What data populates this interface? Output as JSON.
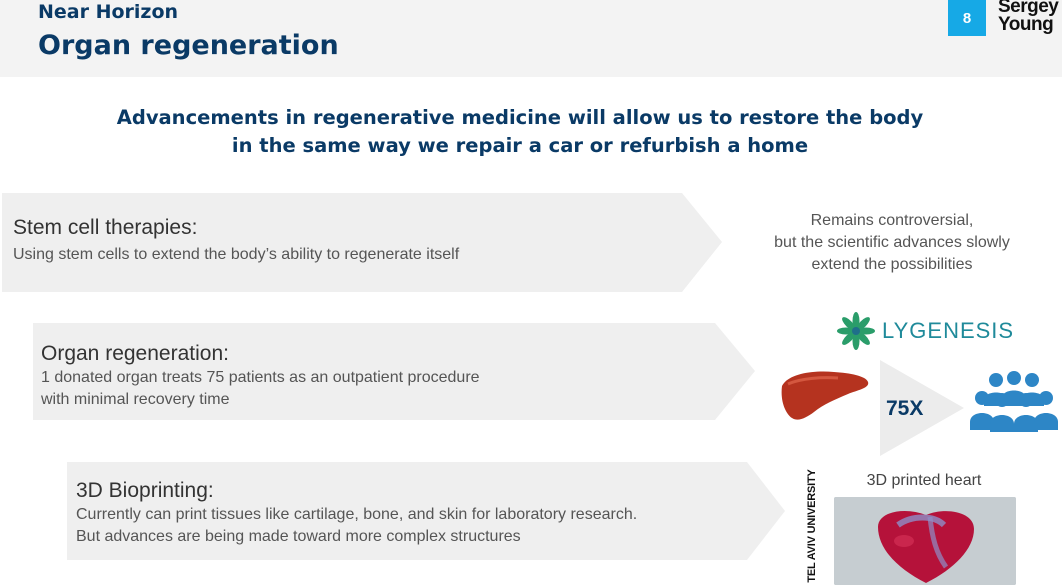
{
  "header": {
    "kicker": "Near Horizon",
    "title": "Organ regeneration",
    "page_number": "8",
    "logo_line1": "Sergey",
    "logo_line2": "Young"
  },
  "headline": {
    "line1": "Advancements in regenerative medicine will allow us to restore the body",
    "line2": "in the same way we repair a car or refurbish a home"
  },
  "items": [
    {
      "title": "Stem cell therapies:",
      "desc_lines": [
        "Using stem cells to extend the body’s ability to regenerate itself"
      ]
    },
    {
      "title": "Organ regeneration:",
      "desc_lines": [
        "1 donated organ treats 75 patients as an outpatient procedure",
        "with minimal recovery time"
      ]
    },
    {
      "title": "3D Bioprinting:",
      "desc_lines": [
        "Currently can print tissues like cartilage, bone, and skin for laboratory research.",
        "But advances are being made toward more complex structures"
      ]
    }
  ],
  "stem_note": {
    "lines": [
      "Remains controversial,",
      "but the scientific advances slowly",
      "extend the possibilities"
    ]
  },
  "lygenesis": {
    "name": "LYGENESIS"
  },
  "multiplier": "75X",
  "bioprint": {
    "institution": "TEL AVIV UNIVERSITY",
    "caption": "3D printed heart"
  },
  "colors": {
    "navy": "#0a3a66",
    "badge_blue": "#16a9e6",
    "arrow_gray": "#efefef",
    "people_blue": "#2d86c6",
    "liver_red": "#b5331f",
    "lygenesis_teal": "#1f8a9a"
  }
}
